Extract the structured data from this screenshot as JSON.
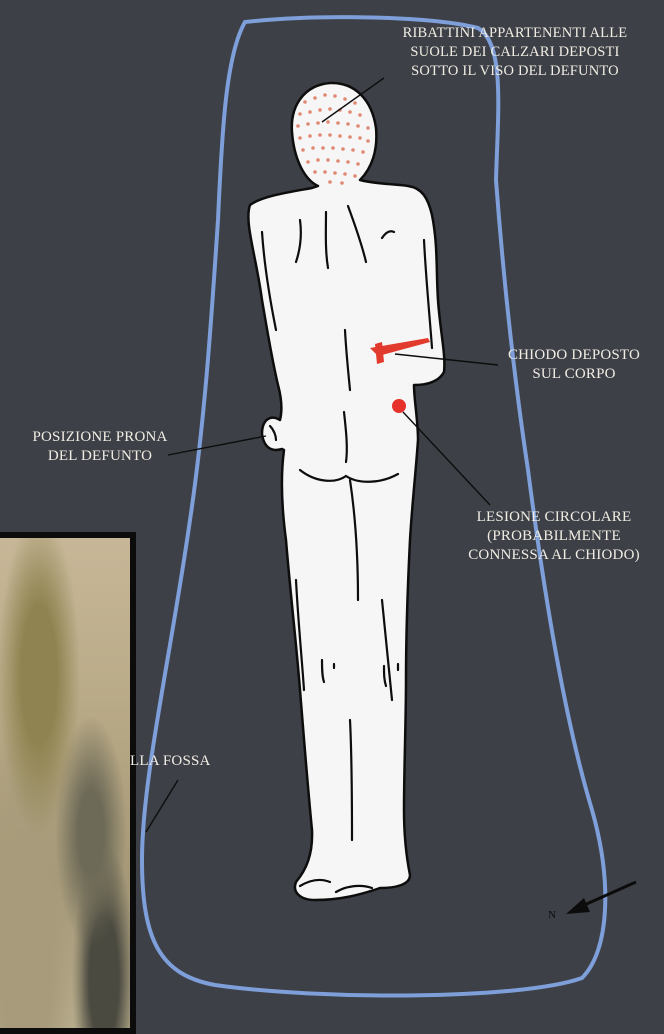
{
  "labels": {
    "shoe_nails": "RIBATTINI APPARTENENTI ALLE\nSUOLE DEI CALZARI DEPOSTI\nSOTTO IL VISO DEL DEFUNTO",
    "nail": "CHIODO DEPOSTO\nSUL CORPO",
    "position": "POSIZIONE PRONA\nDEL DEFUNTO",
    "lesion": "LESIONE CIRCOLARE\n(PROBABILMENTE\nCONNESSA AL CHIODO)",
    "pit": "LLA FOSSA",
    "north": "N"
  },
  "colors": {
    "background": "#3d4046",
    "pit_outline": "#7e9fd9",
    "body_fill": "#f6f6f6",
    "nail": "#e23a2c",
    "lesion": "#e5312a",
    "label_text": "#f1ede4"
  },
  "inset_photo": {
    "description": "excavation photo crop",
    "visible": true
  }
}
